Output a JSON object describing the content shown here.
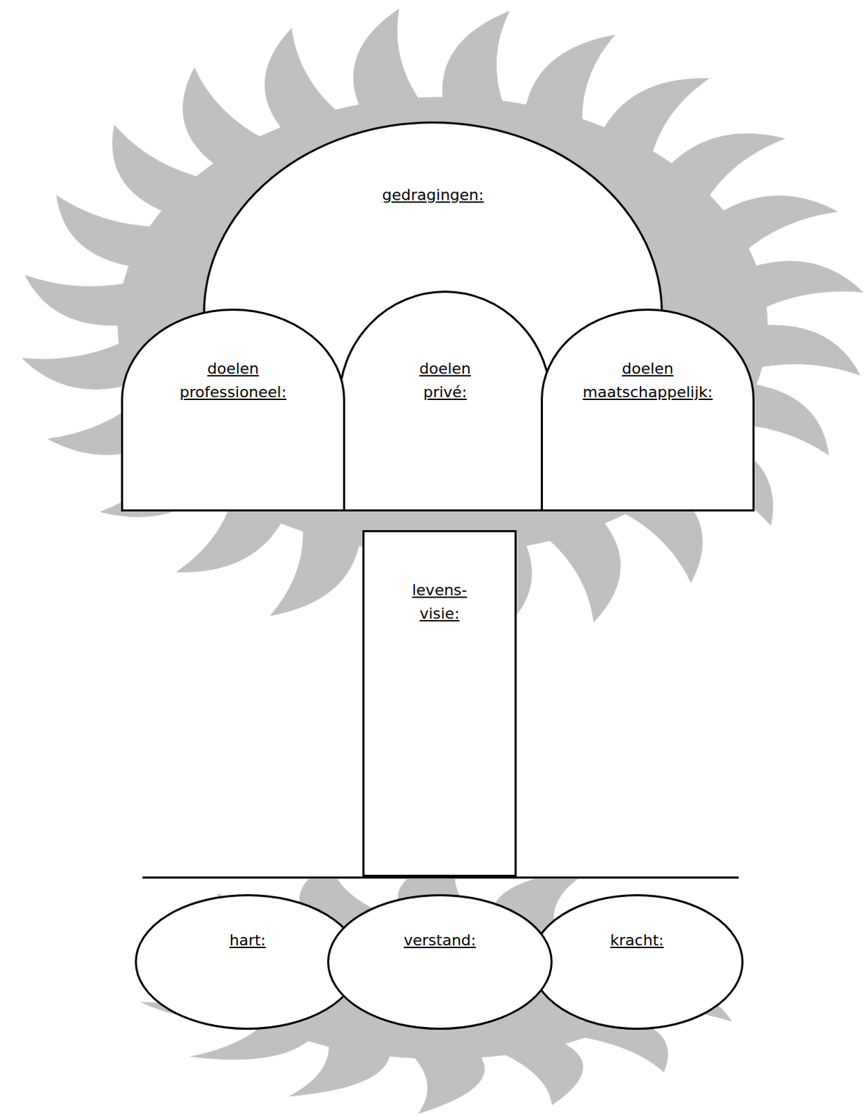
{
  "diagram": {
    "nodes": [
      {
        "text": [
          "gedragingen:"
        ]
      },
      {
        "text": [
          "doelen professioneel:"
        ]
      },
      {
        "text": [
          "doelen privé:"
        ]
      },
      {
        "text": [
          "doelen maatschappelijk:"
        ]
      },
      {
        "text": [
          "levens- visie:"
        ]
      },
      {
        "text": [
          "hart:"
        ]
      },
      {
        "text": [
          "verstand:"
        ]
      },
      {
        "text": [
          "kracht:"
        ]
      }
    ]
  }
}
